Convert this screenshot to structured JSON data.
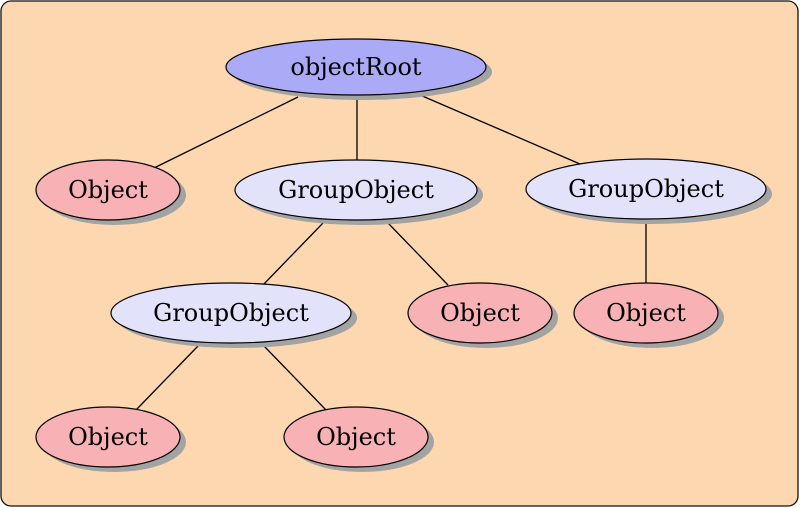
{
  "diagram": {
    "colors": {
      "background": "#fcd7b0",
      "root": "#aaaaf7",
      "group": "#e2e2fa",
      "object": "#f8b1b4",
      "edge": "#000000",
      "shadow": "#a3a3a3"
    },
    "nodes": [
      {
        "id": "root",
        "label": "objectRoot",
        "kind": "root"
      },
      {
        "id": "obj1",
        "label": "Object",
        "kind": "object"
      },
      {
        "id": "grp1",
        "label": "GroupObject",
        "kind": "group"
      },
      {
        "id": "grp2",
        "label": "GroupObject",
        "kind": "group"
      },
      {
        "id": "grp3",
        "label": "GroupObject",
        "kind": "group"
      },
      {
        "id": "obj2",
        "label": "Object",
        "kind": "object"
      },
      {
        "id": "obj3",
        "label": "Object",
        "kind": "object"
      },
      {
        "id": "obj4",
        "label": "Object",
        "kind": "object"
      },
      {
        "id": "obj5",
        "label": "Object",
        "kind": "object"
      }
    ],
    "edges": [
      {
        "from": "root",
        "to": "obj1"
      },
      {
        "from": "root",
        "to": "grp1"
      },
      {
        "from": "root",
        "to": "grp2"
      },
      {
        "from": "grp1",
        "to": "grp3"
      },
      {
        "from": "grp1",
        "to": "obj2"
      },
      {
        "from": "grp2",
        "to": "obj3"
      },
      {
        "from": "grp3",
        "to": "obj4"
      },
      {
        "from": "grp3",
        "to": "obj5"
      }
    ]
  }
}
